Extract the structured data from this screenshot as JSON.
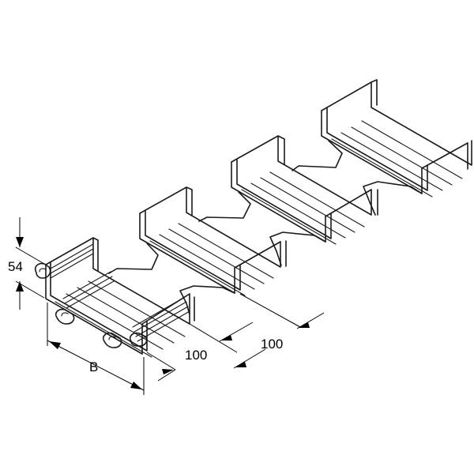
{
  "dimensions": {
    "height": "54",
    "width": "B",
    "pitch_1": "100",
    "pitch_2": "100"
  }
}
